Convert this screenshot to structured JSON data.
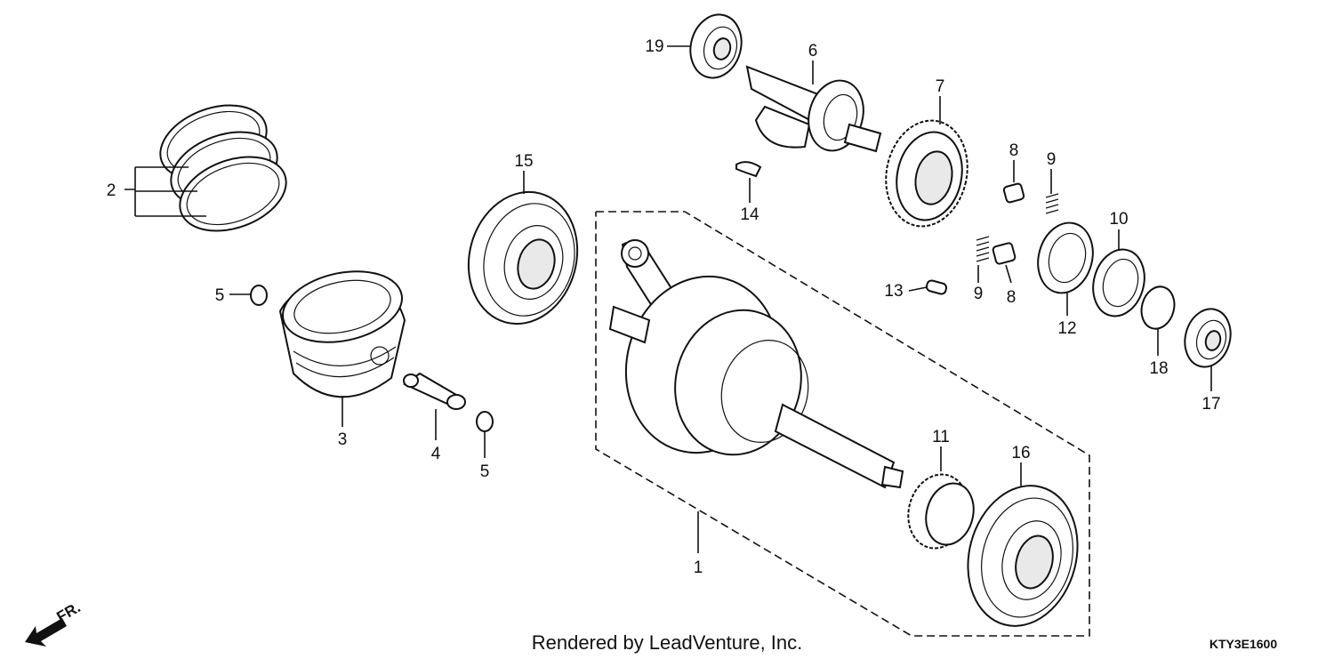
{
  "callouts": [
    "1",
    "2",
    "3",
    "4",
    "5",
    "5",
    "6",
    "7",
    "8",
    "8",
    "9",
    "9",
    "10",
    "11",
    "12",
    "13",
    "14",
    "15",
    "16",
    "17",
    "18",
    "19"
  ],
  "footer": {
    "credit": "Rendered by LeadVenture, Inc.",
    "diagram_code": "KTY3E1600",
    "direction_label": "FR."
  }
}
